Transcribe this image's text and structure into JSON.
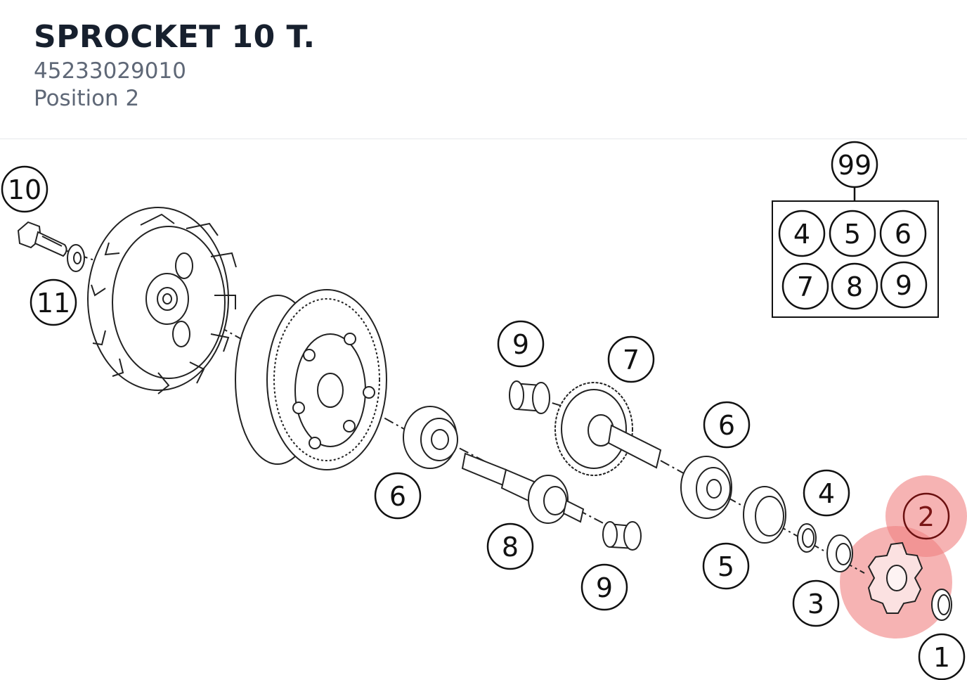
{
  "header": {
    "part_name": "SPROCKET 10 T.",
    "part_number": "45233029010",
    "position_label": "Position 2"
  },
  "diagram": {
    "highlight_color": "#f08080",
    "callouts": {
      "c1": "1",
      "c2": "2",
      "c3": "3",
      "c4": "4",
      "c5": "5",
      "c6a": "6",
      "c6b": "6",
      "c7": "7",
      "c8": "8",
      "c9a": "9",
      "c9b": "9",
      "c10": "10",
      "c11": "11",
      "c99": "99"
    },
    "kit_contents": [
      "4",
      "5",
      "6",
      "7",
      "8",
      "9"
    ]
  }
}
